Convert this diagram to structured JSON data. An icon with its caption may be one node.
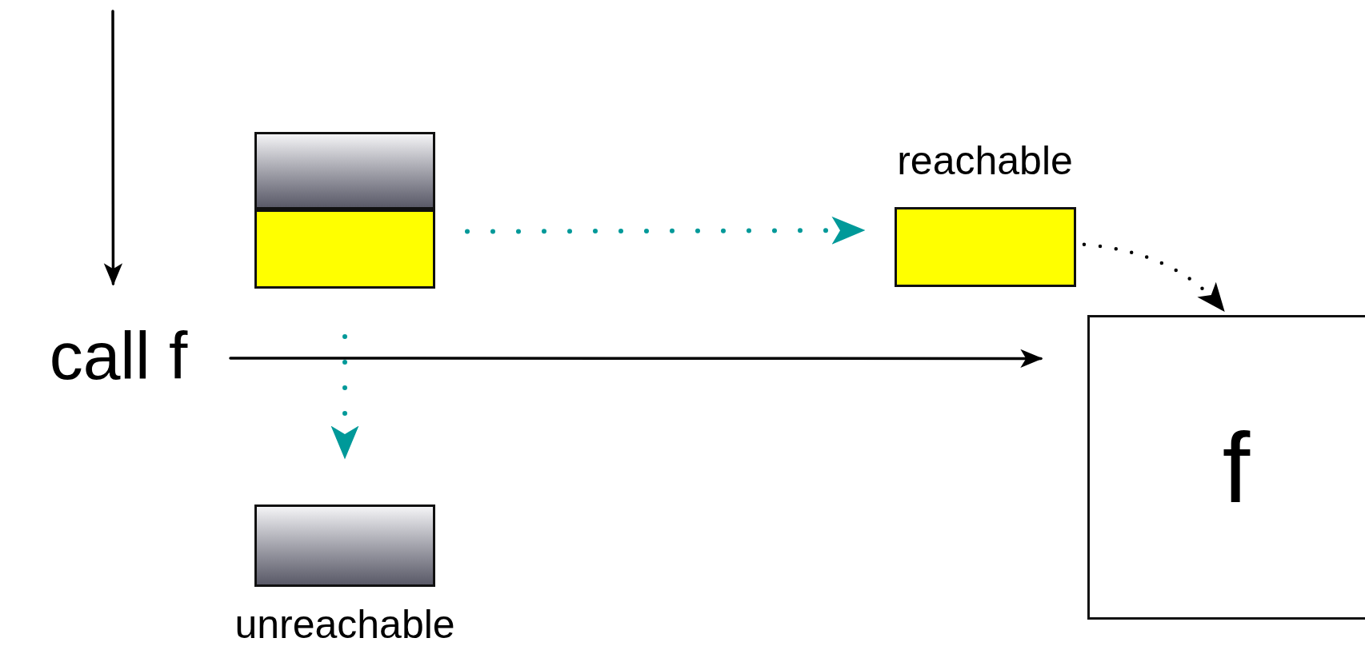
{
  "diagram": {
    "nodes": [
      {
        "text": [],
        "shape": "box"
      },
      {
        "text": [],
        "shape": "box"
      },
      {
        "text": [],
        "shape": "box",
        "beside": [
          "reachable"
        ]
      },
      {
        "text": [
          "call f"
        ]
      },
      {
        "text": [
          "f"
        ]
      },
      {
        "text": [],
        "shape": "box",
        "beside": [
          "unreachable"
        ]
      }
    ],
    "edges": [
      {
        "from": null,
        "to": 3,
        "arrow": "to"
      },
      {
        "from": 3,
        "to": 4,
        "arrow": "to"
      },
      {
        "from": 1,
        "to": 2,
        "arrow": "to",
        "style": "dashed",
        "color": "#009999"
      },
      {
        "from": 1,
        "to": 5,
        "arrow": "to",
        "style": "dashed",
        "color": "#009999"
      },
      {
        "from": 2,
        "to": 4,
        "arrow": "to",
        "style": "dashed"
      }
    ]
  }
}
